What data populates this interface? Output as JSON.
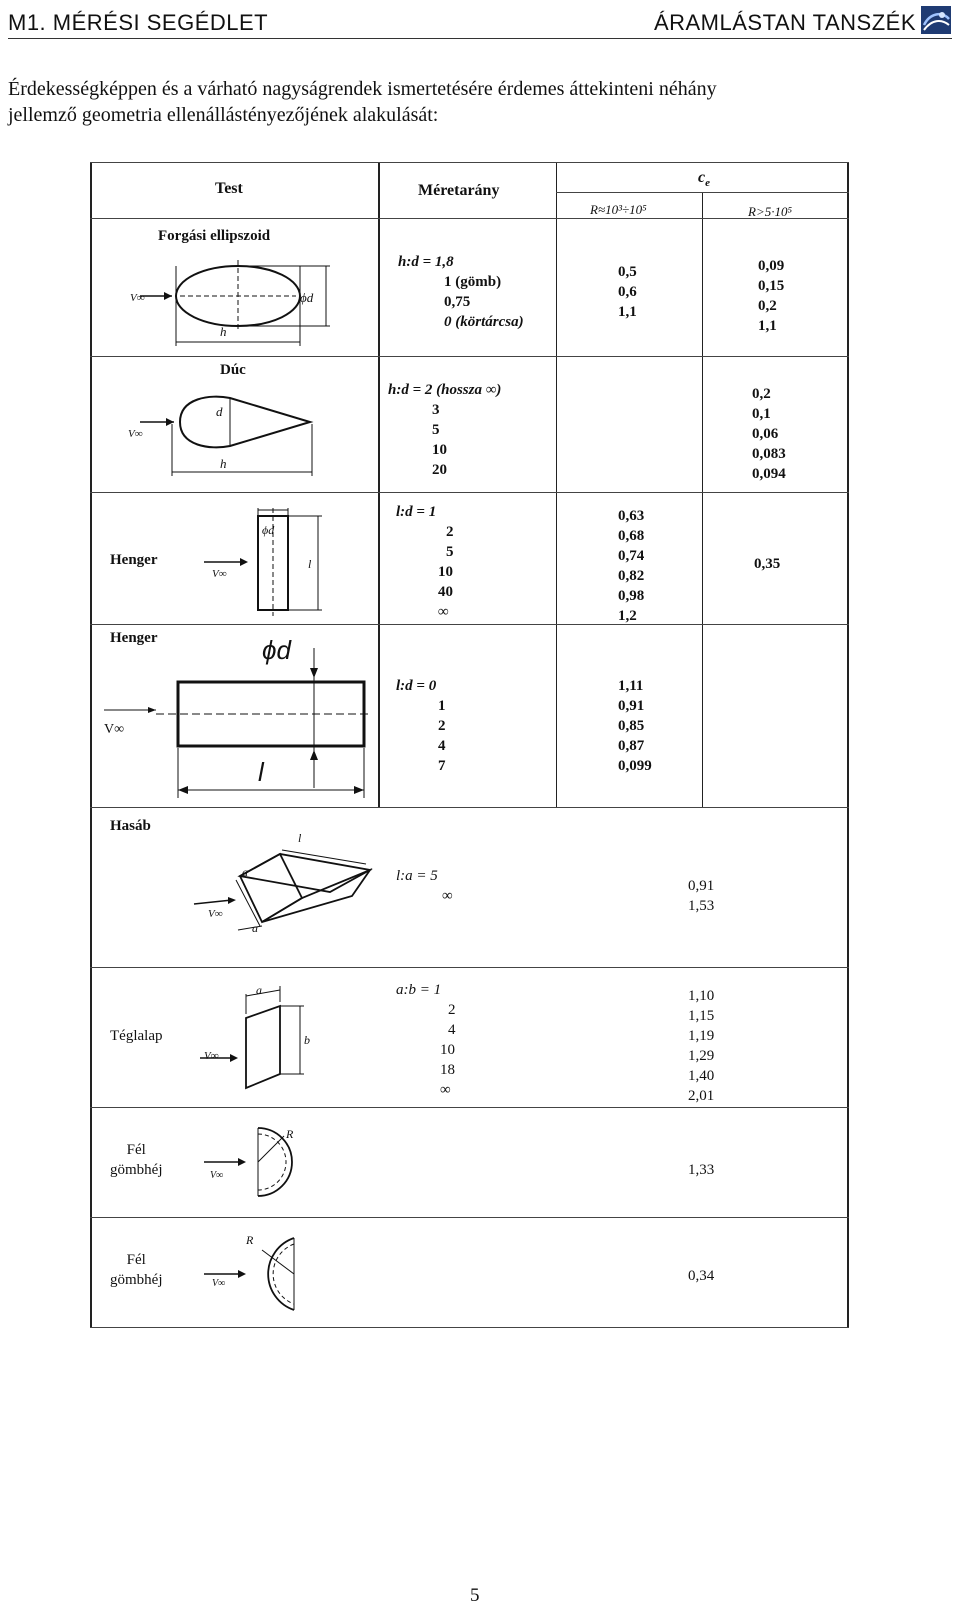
{
  "header": {
    "left": "M1. MÉRÉSI SEGÉDLET",
    "right": "ÁRAMLÁSTAN TANSZÉK",
    "logo_icon": "department-logo"
  },
  "intro": {
    "line1": "Érdekességképpen és a várható nagyságrendek ismertetésére érdemes áttekinteni néhány",
    "line2": "jellemző geometria ellenállástényezőjének alakulását:"
  },
  "table": {
    "head": {
      "test": "Test",
      "ratio": "Méretarány",
      "ce": "c",
      "ce_sub": "e",
      "col1": "R≈10³÷10⁵",
      "col2": "R>5·10⁵"
    },
    "rows": [
      {
        "name": "Forgási ellipszoid",
        "label_h": "h",
        "label_d": "ϕd",
        "label_v": "V∞",
        "ratio_lines": [
          "h:d = 1,8",
          "1    (gömb)",
          "0,75",
          "0  (körtárcsa)"
        ],
        "c1": [
          "0,5",
          "0,6",
          "1,1"
        ],
        "c2": [
          "0,09",
          "0,15",
          "0,2",
          "1,1"
        ]
      },
      {
        "name": "Dúc",
        "label_h": "h",
        "label_d": "d",
        "label_v": "V∞",
        "ratio_lines": [
          "h:d =  2 (hossza ∞)",
          "3",
          "5",
          "10",
          "20"
        ],
        "c1": [],
        "c2": [
          "0,2",
          "0,1",
          "0,06",
          "0,083",
          "0,094"
        ]
      },
      {
        "name": "Henger",
        "label_d": "ϕd",
        "label_l": "l",
        "label_v": "V∞",
        "ratio_lines": [
          "l:d =  1",
          "2",
          "5",
          "10",
          "40",
          "∞"
        ],
        "c1": [
          "0,63",
          "0,68",
          "0,74",
          "0,82",
          "0,98",
          "1,2"
        ],
        "c2": [
          "0,35"
        ]
      },
      {
        "name": "Henger",
        "label_d": "ϕd",
        "label_l": "l",
        "label_v": "V∞",
        "ratio_lines": [
          "l:d = 0",
          "1",
          "2",
          "4",
          "7"
        ],
        "c1": [
          "1,11",
          "0,91",
          "0,85",
          "0,87",
          "0,099"
        ],
        "c2": []
      },
      {
        "name": "Hasáb",
        "label_l": "l",
        "label_a1": "a",
        "label_a2": "a",
        "label_v": "V∞",
        "ratio_lines": [
          "l:a  = 5",
          "∞"
        ],
        "c": [
          "0,91",
          "1,53"
        ]
      },
      {
        "name": "Téglalap",
        "label_a": "a",
        "label_b": "b",
        "label_v": "V∞",
        "ratio_lines": [
          "a:b =  1",
          "2",
          "4",
          "10",
          "18",
          "∞"
        ],
        "c": [
          "1,10",
          "1,15",
          "1,19",
          "1,29",
          "1,40",
          "2,01"
        ]
      },
      {
        "name_l1": "Fél",
        "name_l2": "gömbhéj",
        "label_r": "R",
        "label_v": "V∞",
        "c": [
          "1,33"
        ]
      },
      {
        "name_l1": "Fél",
        "name_l2": "gömbhéj",
        "label_r": "R",
        "label_v": "V∞",
        "c": [
          "0,34"
        ]
      }
    ]
  },
  "page_number": "5"
}
